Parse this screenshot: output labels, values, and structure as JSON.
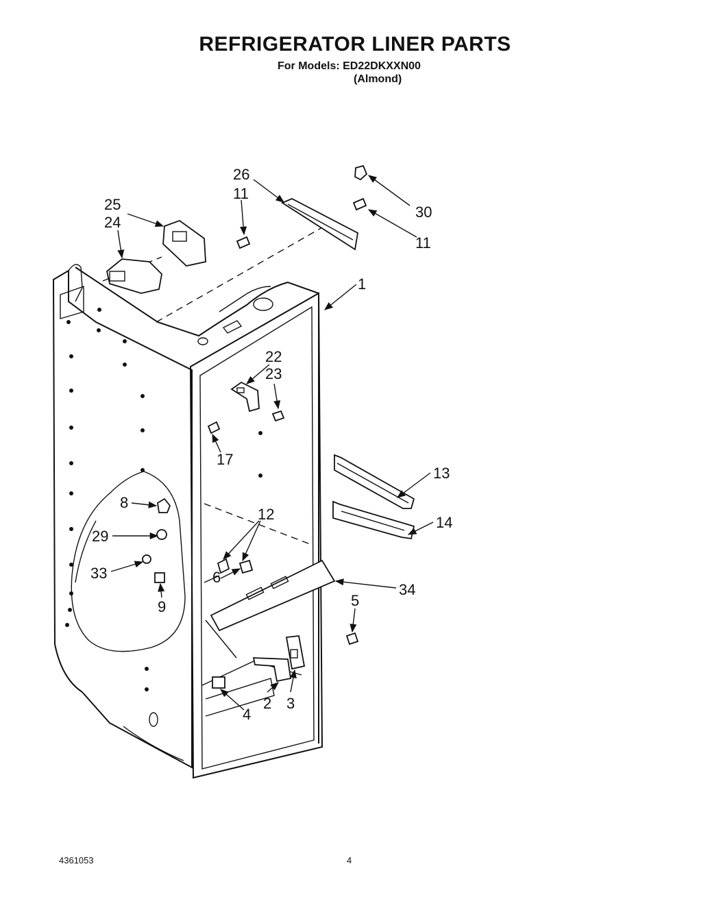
{
  "header": {
    "title": "REFRIGERATOR LINER PARTS",
    "models_line": "For Models: ED22DKXXN00",
    "variant": "(Almond)"
  },
  "footer": {
    "doc_number": "4361053",
    "page_number": "4"
  },
  "callouts": {
    "c1": "1",
    "c2": "2",
    "c3": "3",
    "c4": "4",
    "c5": "5",
    "c6": "6",
    "c8": "8",
    "c9": "9",
    "c11a": "11",
    "c11b": "11",
    "c12": "12",
    "c13": "13",
    "c14": "14",
    "c17": "17",
    "c22": "22",
    "c23": "23",
    "c24": "24",
    "c25": "25",
    "c26": "26",
    "c29": "29",
    "c30": "30",
    "c33": "33",
    "c34": "34"
  }
}
